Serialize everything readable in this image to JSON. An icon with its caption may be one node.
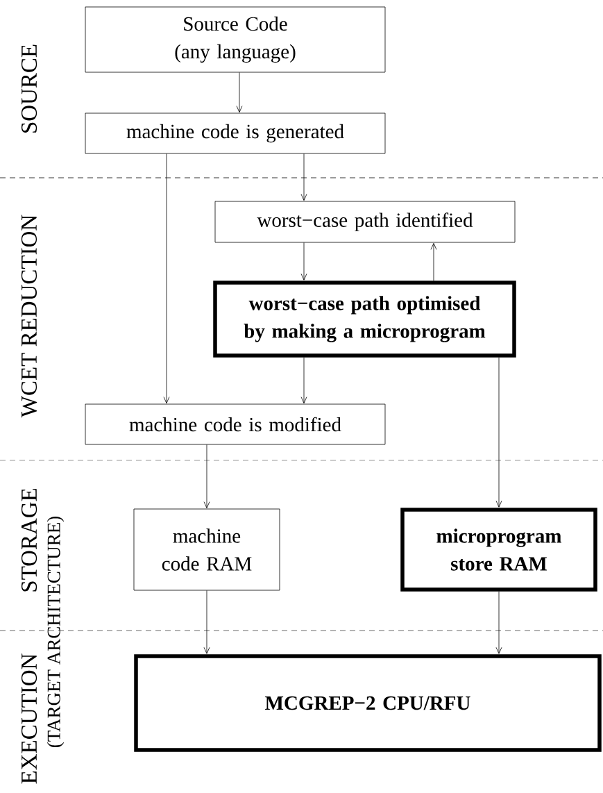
{
  "diagram": {
    "nodes": [
      {
        "text": [
          "Source Code (any language)"
        ]
      },
      {
        "text": [
          "machine code is generated"
        ]
      },
      {
        "text": [
          "worst−case path identified"
        ]
      },
      {
        "text": [
          "worst−case path optimised by making a microprogram"
        ]
      },
      {
        "text": [
          "machine code is modified"
        ]
      },
      {
        "text": [
          "machine code RAM"
        ]
      },
      {
        "text": [
          "microprogram store RAM"
        ]
      },
      {
        "text": [
          "MCGREP−2 CPU/RFU"
        ]
      }
    ],
    "edges": [
      {
        "from": 0,
        "to": 1,
        "arrow": "to"
      },
      {
        "from": 1,
        "to": 4,
        "arrow": "to"
      },
      {
        "from": 1,
        "to": 2,
        "arrow": "to"
      },
      {
        "from": 2,
        "to": 3,
        "arrow": "to"
      },
      {
        "from": 3,
        "to": 2,
        "arrow": "to"
      },
      {
        "from": 3,
        "to": 4,
        "arrow": "to"
      },
      {
        "from": 3,
        "to": 6,
        "arrow": "to"
      },
      {
        "from": 4,
        "to": 5,
        "arrow": "to"
      },
      {
        "from": 5,
        "to": 7,
        "arrow": "to"
      },
      {
        "from": 6,
        "to": 7,
        "arrow": "to"
      }
    ],
    "labels": [
      "SOURCE",
      "WCET REDUCTION",
      "STORAGE",
      "(TARGET ARCHITECTURE)",
      "EXECUTION"
    ]
  }
}
